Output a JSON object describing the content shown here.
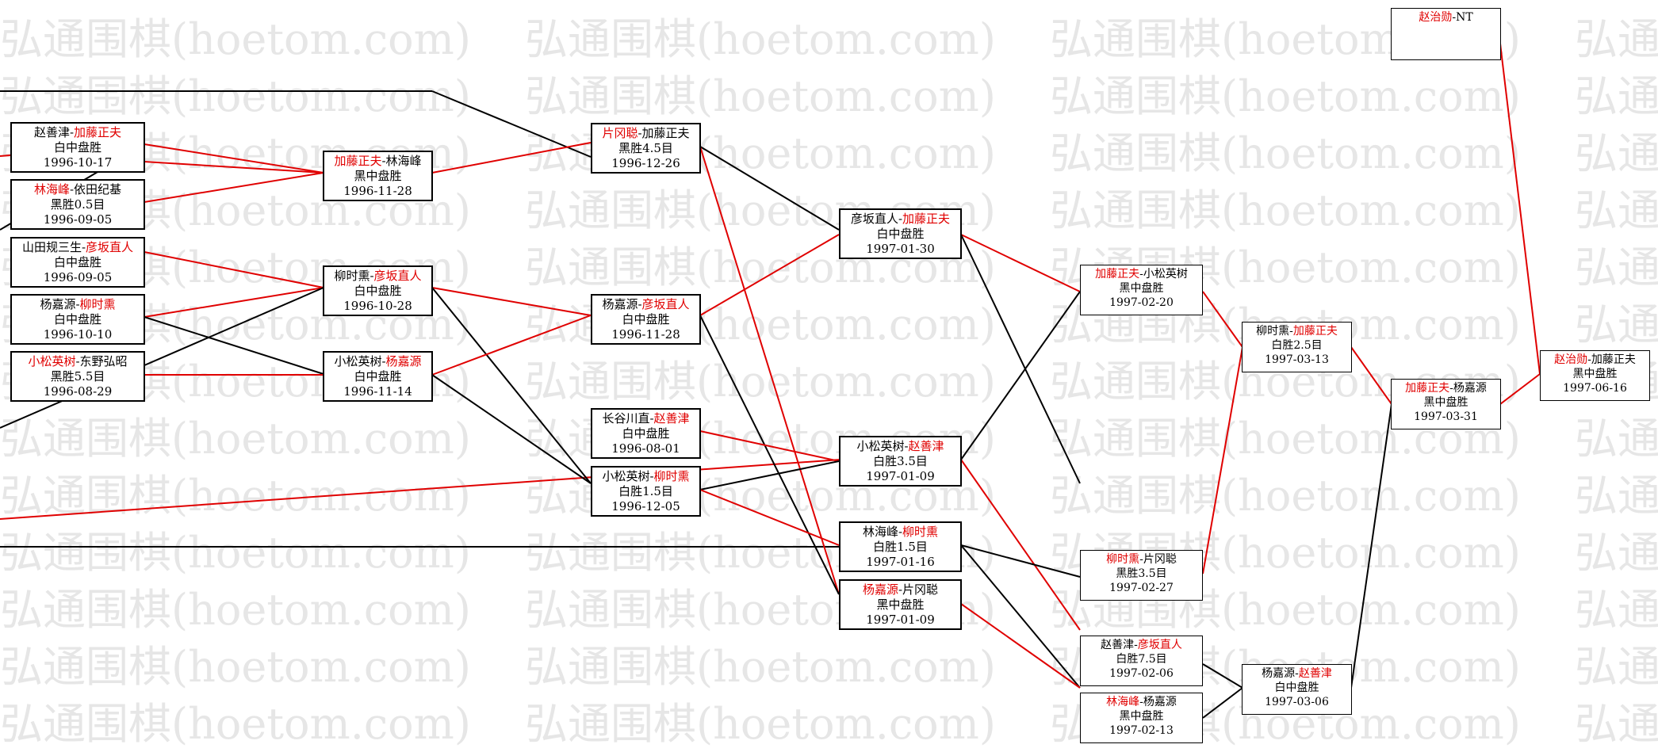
{
  "watermark_text": "弘通围棋(hoetom.com)",
  "colors": {
    "winner": "#e00000",
    "line_black": "#000000",
    "line_red": "#e00000",
    "watermark": "#e6e6e6"
  },
  "boxes": [
    {
      "id": "r1a",
      "p1": "赵善津",
      "p2": "加藤正夫",
      "winner": 2,
      "result": "白中盘胜",
      "date": "1996-10-17"
    },
    {
      "id": "r1b",
      "p1": "林海峰",
      "p2": "依田纪基",
      "winner": 1,
      "result": "黑胜0.5目",
      "date": "1996-09-05"
    },
    {
      "id": "r1c",
      "p1": "山田规三生",
      "p2": "彦坂直人",
      "winner": 2,
      "result": "白中盘胜",
      "date": "1996-09-05"
    },
    {
      "id": "r1d",
      "p1": "杨嘉源",
      "p2": "柳时熏",
      "winner": 2,
      "result": "白中盘胜",
      "date": "1996-10-10"
    },
    {
      "id": "r1e",
      "p1": "小松英树",
      "p2": "东野弘昭",
      "winner": 1,
      "result": "黑胜5.5目",
      "date": "1996-08-29"
    },
    {
      "id": "r2a",
      "p1": "加藤正夫",
      "p2": "林海峰",
      "winner": 1,
      "result": "黑中盘胜",
      "date": "1996-11-28"
    },
    {
      "id": "r2b",
      "p1": "柳时熏",
      "p2": "彦坂直人",
      "winner": 2,
      "result": "白中盘胜",
      "date": "1996-10-28"
    },
    {
      "id": "r2c",
      "p1": "小松英树",
      "p2": "杨嘉源",
      "winner": 2,
      "result": "白中盘胜",
      "date": "1996-11-14"
    },
    {
      "id": "r3a",
      "p1": "片冈聪",
      "p2": "加藤正夫",
      "winner": 1,
      "result": "黑胜4.5目",
      "date": "1996-12-26"
    },
    {
      "id": "r3b",
      "p1": "杨嘉源",
      "p2": "彦坂直人",
      "winner": 2,
      "result": "白中盘胜",
      "date": "1996-11-28"
    },
    {
      "id": "r3c",
      "p1": "长谷川直",
      "p2": "赵善津",
      "winner": 2,
      "result": "白中盘胜",
      "date": "1996-08-01"
    },
    {
      "id": "r3d",
      "p1": "小松英树",
      "p2": "柳时熏",
      "winner": 2,
      "result": "白胜1.5目",
      "date": "1996-12-05"
    },
    {
      "id": "r4a",
      "p1": "彦坂直人",
      "p2": "加藤正夫",
      "winner": 2,
      "result": "白中盘胜",
      "date": "1997-01-30"
    },
    {
      "id": "r4b",
      "p1": "小松英树",
      "p2": "赵善津",
      "winner": 2,
      "result": "白胜3.5目",
      "date": "1997-01-09"
    },
    {
      "id": "r4c",
      "p1": "林海峰",
      "p2": "柳时熏",
      "winner": 2,
      "result": "白胜1.5目",
      "date": "1997-01-16"
    },
    {
      "id": "r4d",
      "p1": "杨嘉源",
      "p2": "片冈聪",
      "winner": 1,
      "result": "黑中盘胜",
      "date": "1997-01-09"
    },
    {
      "id": "r5a",
      "p1": "加藤正夫",
      "p2": "小松英树",
      "winner": 1,
      "result": "黑中盘胜",
      "date": "1997-02-20"
    },
    {
      "id": "r5b",
      "p1": "柳时熏",
      "p2": "片冈聪",
      "winner": 1,
      "result": "黑胜3.5目",
      "date": "1997-02-27"
    },
    {
      "id": "r5c",
      "p1": "赵善津",
      "p2": "彦坂直人",
      "winner": 2,
      "result": "白胜7.5目",
      "date": "1997-02-06"
    },
    {
      "id": "r5d",
      "p1": "林海峰",
      "p2": "杨嘉源",
      "winner": 1,
      "result": "黑中盘胜",
      "date": "1997-02-13"
    },
    {
      "id": "r6a",
      "p1": "柳时熏",
      "p2": "加藤正夫",
      "winner": 2,
      "result": "白胜2.5目",
      "date": "1997-03-13"
    },
    {
      "id": "r6b",
      "p1": "杨嘉源",
      "p2": "赵善津",
      "winner": 2,
      "result": "白中盘胜",
      "date": "1997-03-06"
    },
    {
      "id": "r7a",
      "p1": "加藤正夫",
      "p2": "杨嘉源",
      "winner": 1,
      "result": "黑中盘胜",
      "date": "1997-03-31"
    },
    {
      "id": "r8a",
      "p1": "赵治勋",
      "p2": "加藤正夫",
      "winner": 1,
      "result": "黑中盘胜",
      "date": "1997-06-16"
    },
    {
      "id": "top",
      "p1": "赵治勋",
      "p2": "NT",
      "winner": 1,
      "result": "",
      "date": ""
    }
  ]
}
